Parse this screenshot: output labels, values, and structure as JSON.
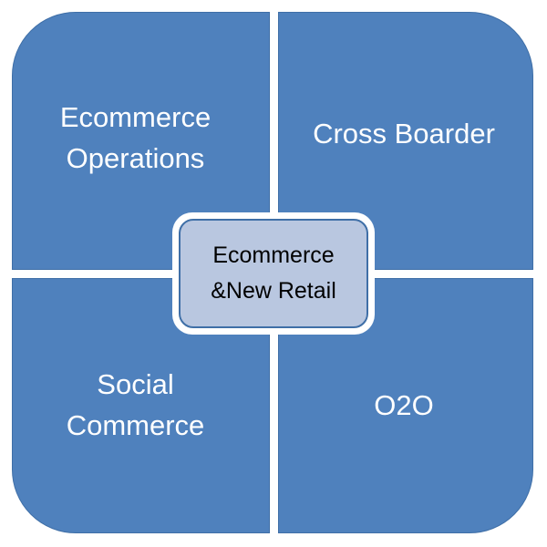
{
  "quadrants": {
    "top_left": "Ecommerce\nOperations",
    "top_right": "Cross Boarder",
    "bottom_left": "Social\nCommerce",
    "bottom_right": "O2O"
  },
  "center": "Ecommerce\n&New Retail",
  "colors": {
    "quadrant_fill": "#4f81bd",
    "quadrant_border": "#3f6fa7",
    "center_fill": "#b9c7e0",
    "quadrant_text": "#ffffff",
    "center_text": "#000000"
  }
}
